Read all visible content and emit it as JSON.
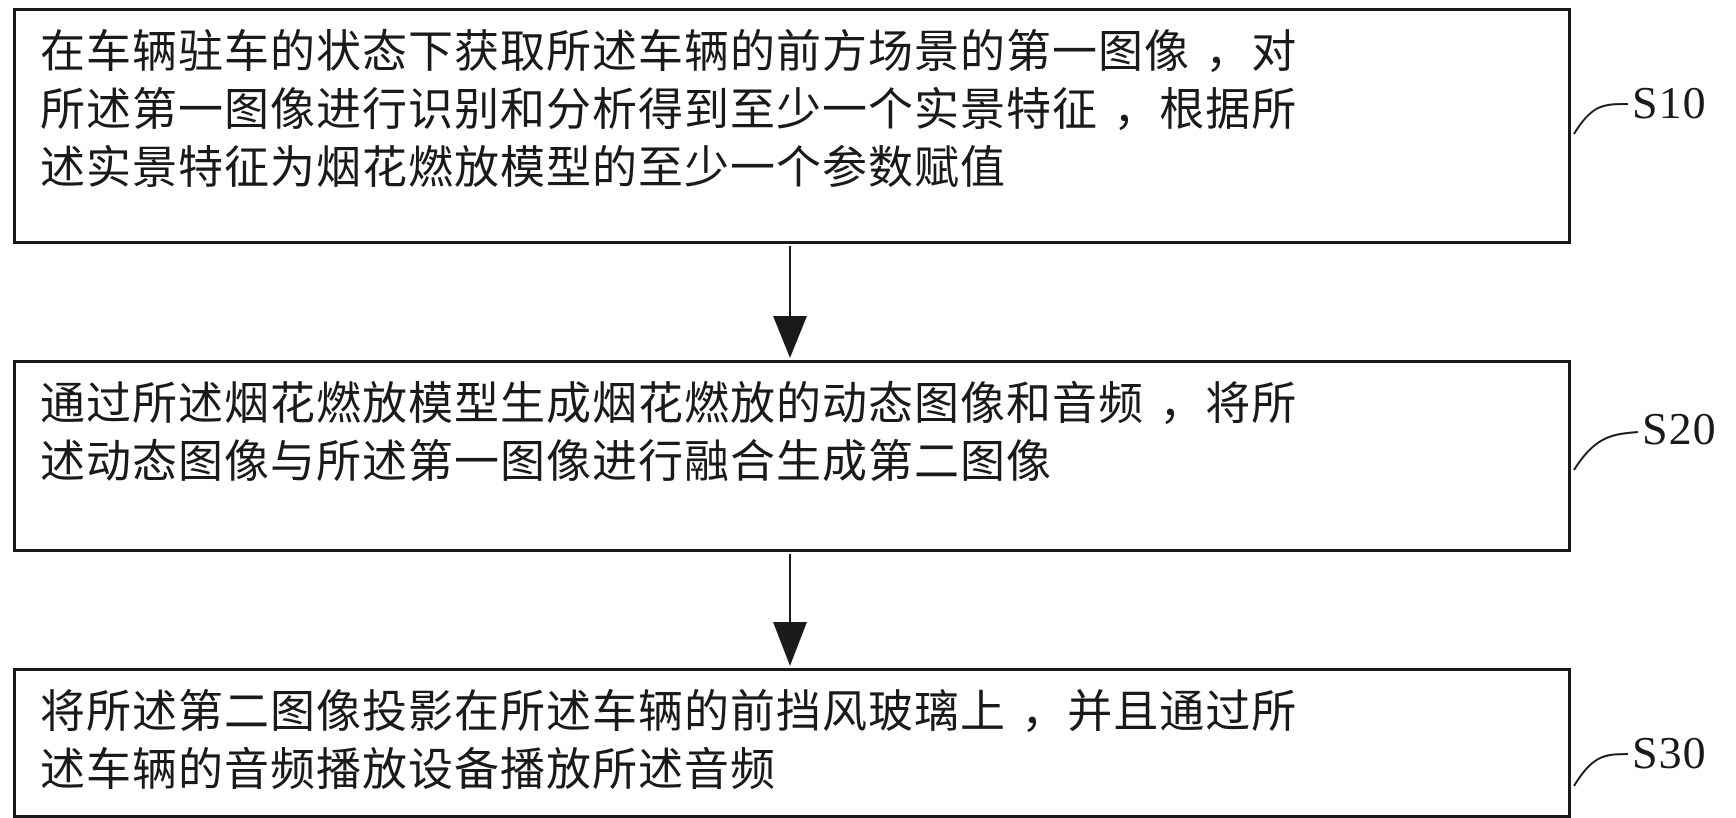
{
  "steps": [
    {
      "id": "S10",
      "text": "在车辆驻车的状态下获取所述车辆的前方场景的第一图像 ，对\n所述第一图像进行识别和分析得到至少一个实景特征 ，根据所\n述实景特征为烟花燃放模型的至少一个参数赋值"
    },
    {
      "id": "S20",
      "text": "通过所述烟花燃放模型生成烟花燃放的动态图像和音频 ，将所\n述动态图像与所述第一图像进行融合生成第二图像"
    },
    {
      "id": "S30",
      "text": "将所述第二图像投影在所述车辆的前挡风玻璃上 ，并且通过所\n述车辆的音频播放设备播放所述音频"
    }
  ]
}
